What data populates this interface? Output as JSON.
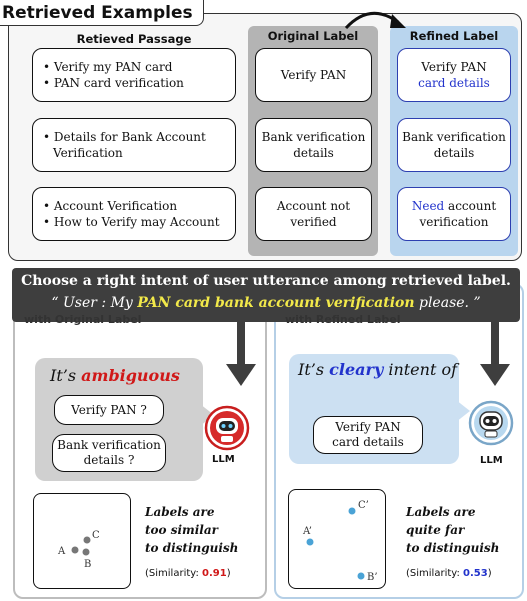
{
  "top": {
    "title": "Retrieved Examples",
    "col_passage": "Retieved Passage",
    "col_original": "Original Label",
    "col_refined": "Refined Label",
    "rows": [
      {
        "passages": [
          "• Verify my PAN card",
          "• PAN card verification"
        ],
        "original": [
          "Verify PAN"
        ],
        "refined_plain_1": "Verify PAN",
        "refined_blue_2": "card details"
      },
      {
        "passages": [
          "• Details for Bank Account",
          "Verification"
        ],
        "original": [
          "Bank verification",
          "details"
        ],
        "refined": [
          "Bank verification",
          "details"
        ]
      },
      {
        "passages": [
          "• Account Verification",
          "• How to Verify may Account"
        ],
        "original": [
          "Account not",
          "verified"
        ],
        "refined_blue_word": "Need",
        "refined_rest_1": " account",
        "refined_line2": "verification"
      }
    ]
  },
  "question": {
    "line1": "Choose a right intent of user utterance among retrieved label.",
    "prefix": "“ User : My ",
    "highlight": "PAN card bank account verification",
    "suffix": " please. ”"
  },
  "left": {
    "panel_label": "with Original Label",
    "heading_prefix": "It’s ",
    "heading_keyword": "ambiguous",
    "chip1": "Verify PAN ?",
    "chip2_line1": "Bank verification",
    "chip2_line2": "details ?",
    "llm": "LLM",
    "points": [
      "A",
      "C",
      "B"
    ],
    "desc": [
      "Labels are",
      "too similar",
      "to distinguish"
    ],
    "sim_prefix": "(Similarity: ",
    "sim_value": "0.91",
    "sim_suffix": ")"
  },
  "right": {
    "panel_label": "with Refined Label",
    "heading_prefix": "It’s ",
    "heading_keyword": "cleary",
    "heading_suffix": " intent of",
    "chip_line1": "Verify PAN",
    "chip_line2": "card details",
    "llm": "LLM",
    "points": [
      "A’",
      "C’",
      "B’"
    ],
    "desc": [
      "Labels are",
      "quite far",
      "to distinguish"
    ],
    "sim_prefix": "(Similarity: ",
    "sim_value": "0.53",
    "sim_suffix": ")"
  },
  "colors": {
    "accent_blue": "#2233cc",
    "ambiguous_red": "#d01818",
    "highlight_yellow": "#f2e94a",
    "sim_red": "#d01818",
    "sim_blue": "#2233cc",
    "point_gray": "#777777",
    "point_blue": "#4aa3d6"
  },
  "icons": {
    "left_robot": "red-robot-icon",
    "right_robot": "blue-robot-icon",
    "arrows": "down-arrow-icon"
  }
}
